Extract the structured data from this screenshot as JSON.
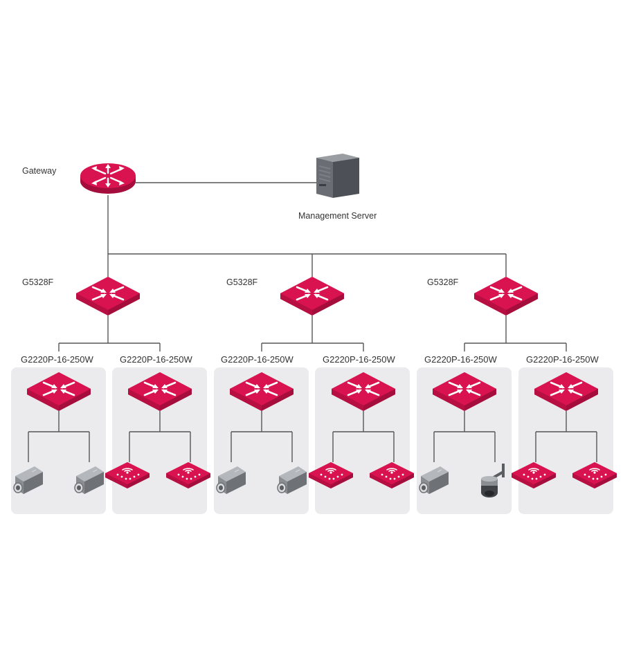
{
  "colors": {
    "background": "#ffffff",
    "device_red": "#d8134f",
    "device_red_side": "#a50d3c",
    "group_bg": "#ebebee",
    "line": "#555555",
    "server_gray": "#666a70",
    "camera_gray": "#8a8d92",
    "label": "#333333"
  },
  "labels": {
    "gateway": "Gateway",
    "management_server": "Management Server",
    "core_switch": "G5328F",
    "access_switch": "G2220P-16-250W"
  },
  "nodes": {
    "gateway": {
      "type": "router",
      "icon": "router-icon"
    },
    "management_server": {
      "type": "server",
      "icon": "server-tower-icon"
    },
    "core_switches": [
      {
        "label": "G5328F",
        "icon": "switch-icon"
      },
      {
        "label": "G5328F",
        "icon": "switch-icon"
      },
      {
        "label": "G5328F",
        "icon": "switch-icon"
      }
    ],
    "access_groups": [
      {
        "label": "G2220P-16-250W",
        "endpoints": [
          "bullet-camera",
          "bullet-camera"
        ]
      },
      {
        "label": "G2220P-16-250W",
        "endpoints": [
          "access-point",
          "access-point"
        ]
      },
      {
        "label": "G2220P-16-250W",
        "endpoints": [
          "bullet-camera",
          "bullet-camera"
        ]
      },
      {
        "label": "G2220P-16-250W",
        "endpoints": [
          "access-point",
          "access-point"
        ]
      },
      {
        "label": "G2220P-16-250W",
        "endpoints": [
          "bullet-camera",
          "dome-camera"
        ]
      },
      {
        "label": "G2220P-16-250W",
        "endpoints": [
          "access-point",
          "access-point"
        ]
      }
    ]
  }
}
